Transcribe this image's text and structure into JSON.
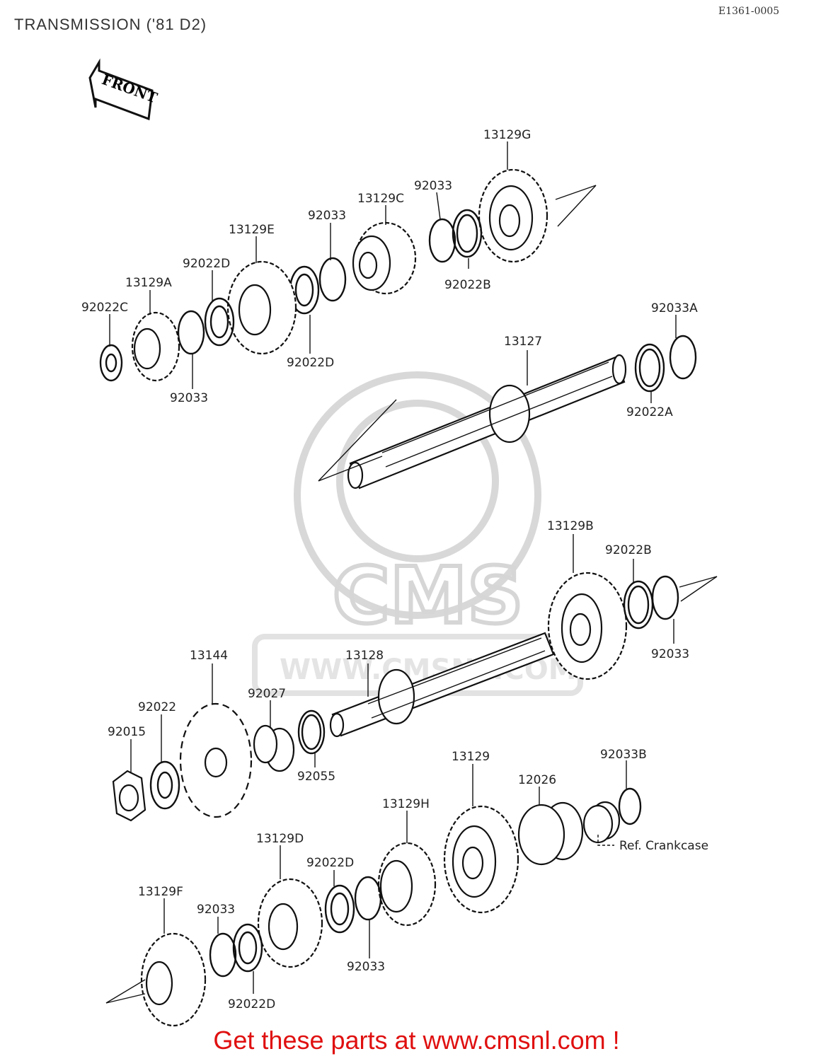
{
  "header": {
    "title": "TRANSMISSION ('81 D2)",
    "figure_id": "E1361-0005"
  },
  "front_badge": {
    "text": "FRONT"
  },
  "watermark": {
    "logo_text": "CMS",
    "url_text": "WWW.CMSNL.COM"
  },
  "callouts": [
    {
      "part_no": "13129G"
    },
    {
      "part_no": "92033"
    },
    {
      "part_no": "13129C"
    },
    {
      "part_no": "92033"
    },
    {
      "part_no": "13129E"
    },
    {
      "part_no": "92022D"
    },
    {
      "part_no": "13129A"
    },
    {
      "part_no": "92022C"
    },
    {
      "part_no": "92022B"
    },
    {
      "part_no": "92022D"
    },
    {
      "part_no": "92033"
    },
    {
      "part_no": "13127"
    },
    {
      "part_no": "92033A"
    },
    {
      "part_no": "92022A"
    },
    {
      "part_no": "13129B"
    },
    {
      "part_no": "92022B"
    },
    {
      "part_no": "92033"
    },
    {
      "part_no": "13144"
    },
    {
      "part_no": "13128"
    },
    {
      "part_no": "92027"
    },
    {
      "part_no": "92022"
    },
    {
      "part_no": "92015"
    },
    {
      "part_no": "92055"
    },
    {
      "part_no": "13129"
    },
    {
      "part_no": "92033B"
    },
    {
      "part_no": "12026"
    },
    {
      "part_no": "13129H"
    },
    {
      "part_no": "13129D"
    },
    {
      "part_no": "92022D"
    },
    {
      "part_no": "13129F"
    },
    {
      "part_no": "92033"
    },
    {
      "part_no": "92033"
    },
    {
      "part_no": "92022D"
    }
  ],
  "reference_note": "Ref.  Crankcase",
  "promo_text": "Get these parts at www.cmsnl.com !"
}
